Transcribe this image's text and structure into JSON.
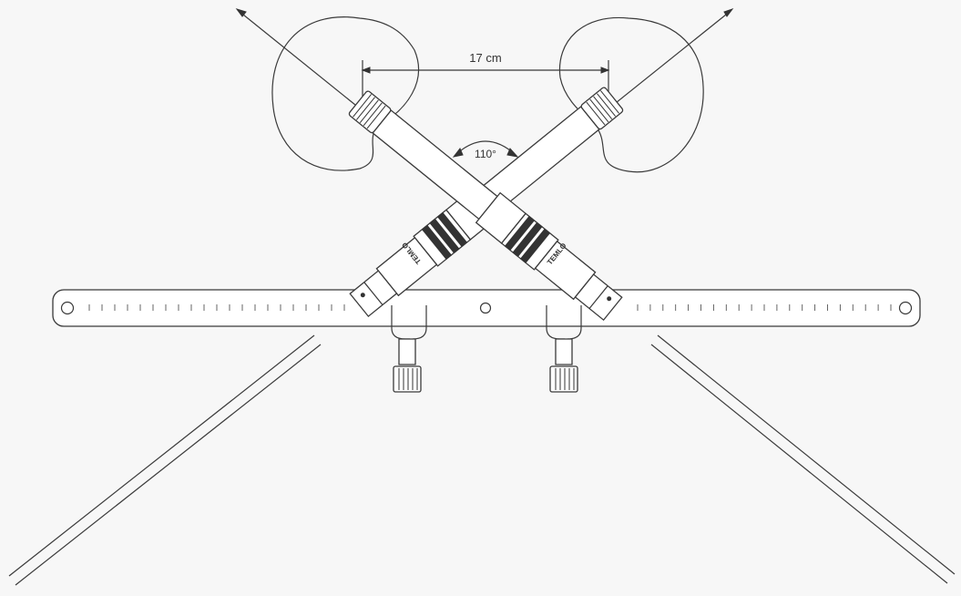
{
  "diagram": {
    "spacing_label": "17 cm",
    "angle_label": "110°",
    "mic_brand_label": "TEMLO",
    "ruler_marks": 21
  },
  "colors": {
    "background": "#f7f7f7",
    "line": "#3a3a3a",
    "ring": "#2b2b2b"
  }
}
